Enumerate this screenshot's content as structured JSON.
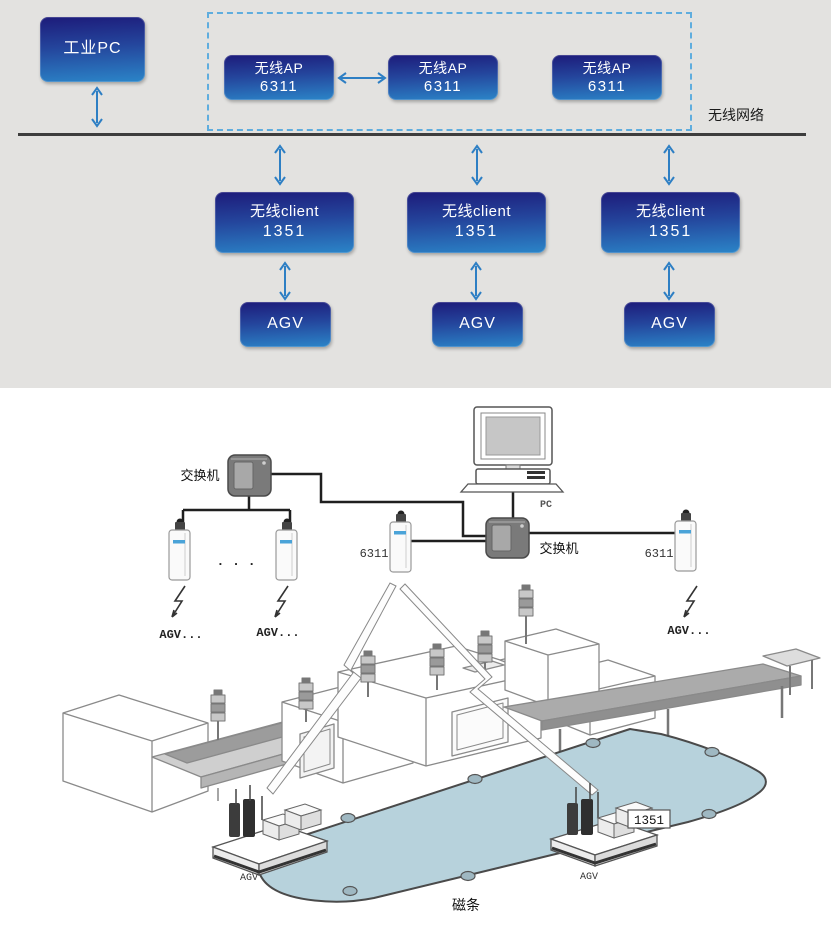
{
  "top_diagram": {
    "industrial_pc_label": "工业PC",
    "ap_boxes": [
      {
        "line1": "无线AP",
        "line2": "6311"
      },
      {
        "line1": "无线AP",
        "line2": "6311"
      },
      {
        "line1": "无线AP",
        "line2": "6311"
      }
    ],
    "network_label": "无线网络",
    "client_boxes": [
      {
        "line1": "无线client",
        "line2": "1351"
      },
      {
        "line1": "无线client",
        "line2": "1351"
      },
      {
        "line1": "无线client",
        "line2": "1351"
      }
    ],
    "agv_boxes": [
      "AGV",
      "AGV",
      "AGV"
    ],
    "colors": {
      "panel_bg": "#e3e2e0",
      "box_gradient_top": "#1d1b7a",
      "box_gradient_bottom": "#2b85c8",
      "dashed_border": "#5fadde",
      "arrow_blue": "#2e7fc4",
      "bus_line": "#3d3d3d"
    }
  },
  "illustration": {
    "pc_label": "PC",
    "left_switch_label": "交换机",
    "center_switch_label": "交换机",
    "center_ap_label": "6311",
    "right_ap_label": "6311",
    "antenna_ellipsis": ". . .",
    "agv_wireless_labels": [
      "AGV...",
      "AGV...",
      "AGV..."
    ],
    "left_agv_label": "AGV",
    "right_agv_label": "AGV",
    "client_tag_label": "1351",
    "magnetic_strip_label": "磁条",
    "colors": {
      "floor_blue": "#b7d2dc",
      "wire": "#1f1f1f",
      "device_gray": "#7a7a7a"
    }
  }
}
